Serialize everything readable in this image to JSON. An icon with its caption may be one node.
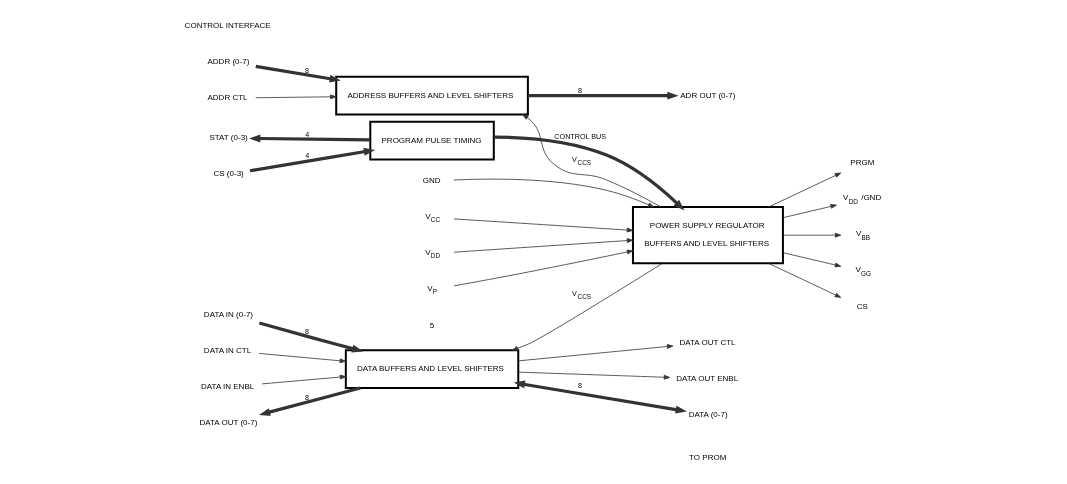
{
  "diagram": {
    "nodes": [
      {
        "text": [
          "ADDR (0-7)"
        ]
      },
      {
        "text": [
          "ADDR CTL"
        ]
      },
      {
        "text": [
          "ADDRESS BUFFERS AND LEVEL SHIFTERS"
        ]
      },
      {
        "text": [
          "ADR OUT (0-7)"
        ]
      },
      {
        "text": [
          "PROGRAM PULSE TIMING"
        ]
      },
      {
        "text": [
          "CS (0-3)"
        ]
      },
      {
        "text": [
          "STAT (0-3)"
        ]
      },
      {
        "text": [
          "POWER SUPPLY REGULATOR",
          "BUFFERS AND LEVEL SHIFTERS"
        ]
      },
      {
        "text": [
          "GND"
        ]
      },
      {
        "text": [
          "V$_{CC}$"
        ]
      },
      {
        "text": [
          "V$_{DD}$"
        ]
      },
      {
        "text": [
          "V$_{P}$"
        ]
      },
      {
        "text": [
          "PRGM"
        ]
      },
      {
        "text": [
          "V$_{DD}$ /GND"
        ]
      },
      {
        "text": [
          "V$_{BB}$"
        ]
      },
      {
        "text": [
          "V$_{GG}$"
        ]
      },
      {
        "text": [
          "CS"
        ]
      },
      {
        "text": [
          "DATA IN (0-7)"
        ]
      },
      {
        "text": [
          "DATA OUT (0-7)"
        ]
      },
      {
        "text": [
          "DATA OUT CTL"
        ]
      },
      {
        "text": [
          "DATA OUT ENBL"
        ]
      },
      {
        "text": [
          "DATA IN CTL"
        ]
      },
      {
        "text": [
          "DATA IN ENBL"
        ]
      },
      {
        "text": [
          "DATA BUFFERS AND LEVEL SHIFTERS"
        ]
      },
      {
        "text": [
          "DATA (0-7)"
        ]
      }
    ],
    "edges": [
      {
        "from": 0,
        "to": 2,
        "arrow": "to",
        "label": "8",
        "style": "thick"
      },
      {
        "from": 1,
        "to": 2,
        "arrow": "to"
      },
      {
        "from": 2,
        "to": 3,
        "arrow": "to",
        "label": "8",
        "style": "thick"
      },
      {
        "from": 7,
        "to": 2,
        "arrow": "to",
        "label": "V$_{CCS}$"
      },
      {
        "from": 4,
        "to": 7,
        "arrow": "to",
        "label": "CONTROL BUS",
        "style": "thick"
      },
      {
        "from": 5,
        "to": 4,
        "arrow": "to",
        "label": "4",
        "style": "thick"
      },
      {
        "from": 4,
        "to": 6,
        "arrow": "to",
        "label": "4",
        "style": "thick"
      },
      {
        "from": 8,
        "to": 7,
        "arrow": "to"
      },
      {
        "from": 9,
        "to": 7,
        "arrow": "to"
      },
      {
        "from": 10,
        "to": 7,
        "arrow": "to"
      },
      {
        "from": 11,
        "to": 7,
        "arrow": "to"
      },
      {
        "from": 7,
        "to": 12,
        "arrow": "to"
      },
      {
        "from": 7,
        "to": 13,
        "arrow": "to"
      },
      {
        "from": 7,
        "to": 14,
        "arrow": "to"
      },
      {
        "from": 7,
        "to": 15,
        "arrow": "to"
      },
      {
        "from": 7,
        "to": 16,
        "arrow": "to"
      },
      {
        "from": 17,
        "to": 23,
        "arrow": "to",
        "label": "8",
        "style": "thick"
      },
      {
        "from": 23,
        "to": 18,
        "arrow": "to",
        "label": "8",
        "style": "thick"
      },
      {
        "from": 23,
        "to": 19,
        "arrow": "to"
      },
      {
        "from": 23,
        "to": 20,
        "arrow": "to"
      },
      {
        "from": 21,
        "to": 23,
        "arrow": "to"
      },
      {
        "from": 22,
        "to": 23,
        "arrow": "to"
      },
      {
        "from": 7,
        "to": 23,
        "arrow": "to",
        "label": "V$_{CCS}$"
      },
      {
        "from": 23,
        "to": 24,
        "arrow": "both",
        "label": "8",
        "style": "thick"
      }
    ],
    "labels": [
      "5",
      "CONTROL INTERFACE",
      "TO PROM"
    ]
  }
}
